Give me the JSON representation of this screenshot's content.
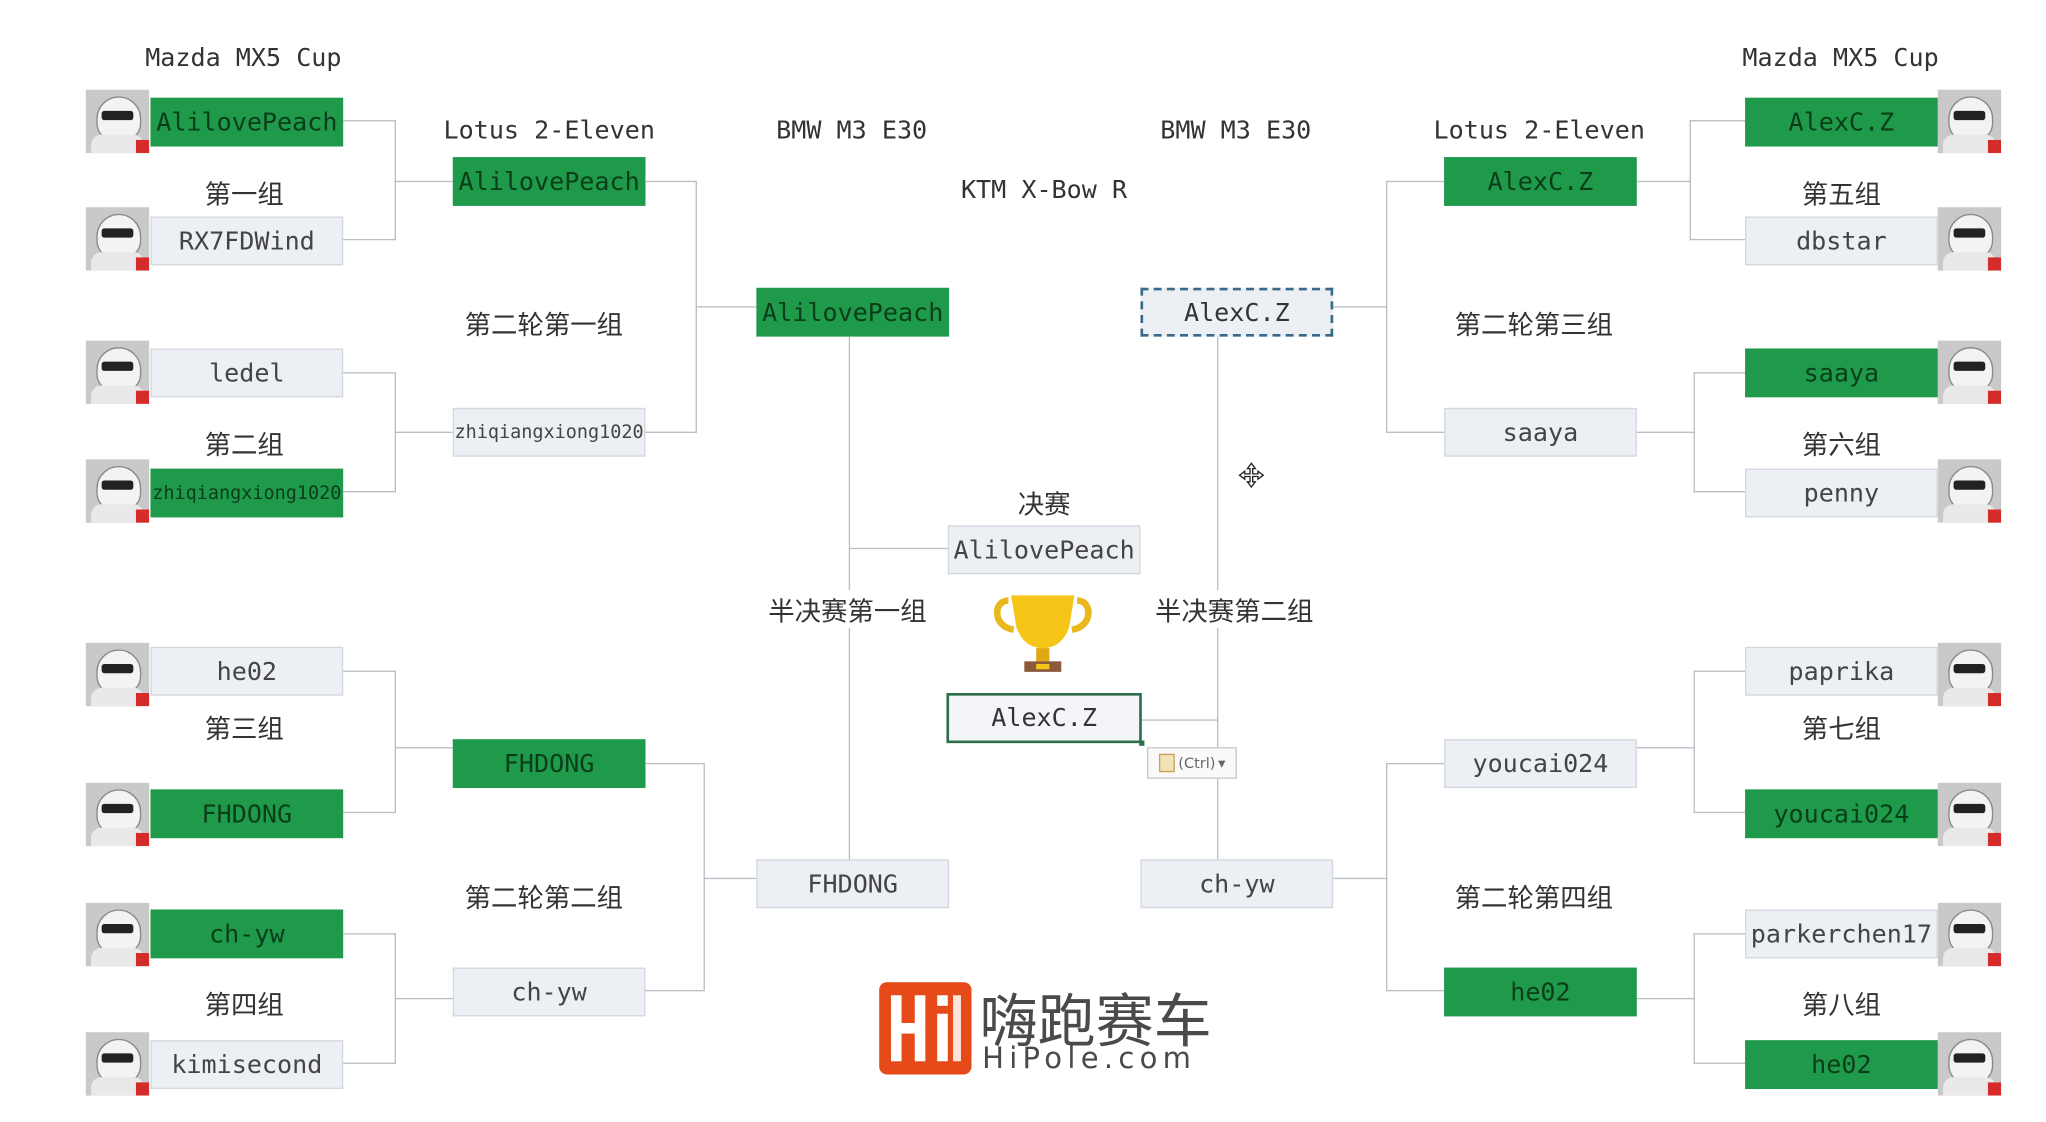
{
  "headers": {
    "left_r1": "Mazda MX5 Cup",
    "left_r2": "Lotus 2-Eleven",
    "left_r3": "BMW M3 E30",
    "right_r3": "BMW M3 E30",
    "right_r2": "Lotus 2-Eleven",
    "right_r1": "Mazda MX5 Cup",
    "center": "KTM X-Bow R"
  },
  "groups": {
    "g1": "第一组",
    "g2": "第二组",
    "g3": "第三组",
    "g4": "第四组",
    "g5": "第五组",
    "g6": "第六组",
    "g7": "第七组",
    "g8": "第八组",
    "r2g1": "第二轮第一组",
    "r2g2": "第二轮第二组",
    "r2g3": "第二轮第三组",
    "r2g4": "第二轮第四组",
    "semi1": "半决赛第一组",
    "semi2": "半决赛第二组",
    "final": "决赛"
  },
  "left": {
    "r1": [
      "AlilovePeach",
      "RX7FDWind",
      "ledel",
      "zhiqiangxiong1020",
      "he02",
      "FHDONG",
      "ch-yw",
      "kimisecond"
    ],
    "r2": [
      "AlilovePeach",
      "zhiqiangxiong1020",
      "FHDONG",
      "ch-yw"
    ],
    "r3": [
      "AlilovePeach",
      "FHDONG"
    ]
  },
  "right": {
    "r1": [
      "AlexC.Z",
      "dbstar",
      "saaya",
      "penny",
      "paprika",
      "youcai024",
      "parkerchen17",
      "he02"
    ],
    "r2": [
      "AlexC.Z",
      "saaya",
      "youcai024",
      "he02"
    ],
    "r3": [
      "AlexC.Z",
      "ch-yw"
    ]
  },
  "final": {
    "winner": "AlilovePeach",
    "runner_up": "AlexC.Z"
  },
  "paste_options": "(Ctrl)",
  "logo": {
    "cn": "嗨跑赛车",
    "en": "HiPole.com"
  },
  "colors": {
    "winner": "#1f9a4a",
    "loser": "#eceff3",
    "line": "#b9bdc4",
    "logo": "#e64a19"
  }
}
